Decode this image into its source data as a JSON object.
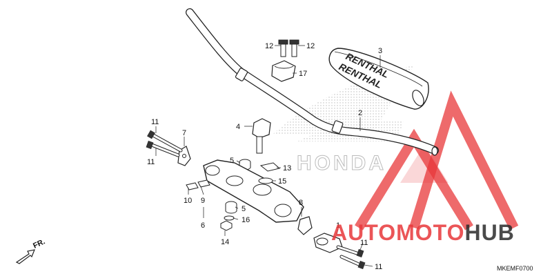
{
  "diagram": {
    "code": "MKEMF0700",
    "direction": "FR.",
    "brand_lettering": "HONDA",
    "grip_lettering": "RENTHAL",
    "callouts": {
      "c1": "1",
      "c2": "2",
      "c3": "3",
      "c4": "4",
      "c5a": "5",
      "c5b": "5",
      "c6": "6",
      "c7": "7",
      "c8": "8",
      "c9": "9",
      "c10": "10",
      "c11a": "11",
      "c11b": "11",
      "c11c": "11",
      "c11d": "11",
      "c12a": "12",
      "c12b": "12",
      "c13": "13",
      "c14": "14",
      "c15": "15",
      "c16": "16",
      "c17": "17"
    }
  },
  "watermark": {
    "text_red": "AUTOMOTO",
    "text_dark": "HUB"
  },
  "colors": {
    "watermark_red": "#e8383a",
    "watermark_dark": "#2b2b2b",
    "line": "#222222"
  }
}
